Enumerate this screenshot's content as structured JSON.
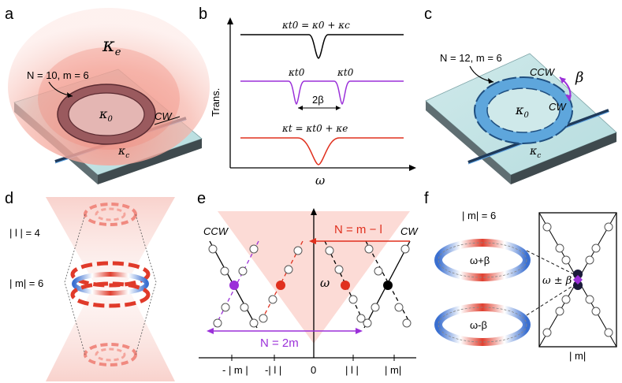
{
  "panels": {
    "a": {
      "label": "a",
      "mode_label": "N = 10, m = 6",
      "kappa_e": "κ",
      "kappa_e_sub": "e",
      "kappa_0": "κ",
      "kappa_0_sub": "0",
      "kappa_c": "κ",
      "kappa_c_sub": "c",
      "cw": "CW"
    },
    "b": {
      "label": "b",
      "y_axis_label": "Trans.",
      "x_axis_label": "ω",
      "curve1_label": "κt0 = κ0 + κc",
      "curve2_label_left": "κt0",
      "curve2_label_right": "κt0",
      "splitting_label": "2β",
      "curve3_label": "κt = κt0 + κe",
      "curve_colors": [
        "#000000",
        "#9b30d9",
        "#e0301e"
      ]
    },
    "c": {
      "label": "c",
      "mode_label": "N = 12, m = 6",
      "ccw": "CCW",
      "cw": "CW",
      "beta": "β",
      "kappa_0": "κ",
      "kappa_0_sub": "0",
      "kappa_c": "κ",
      "kappa_c_sub": "c"
    },
    "d": {
      "label": "d",
      "l_label": "| l |  = 4",
      "m_label": "| m| = 6"
    },
    "e": {
      "label": "e",
      "ccw": "CCW",
      "cw": "CW",
      "n_top": "N = m − l",
      "n_bottom": "N = 2m",
      "omega": "ω",
      "x_ticks": [
        "- | m |",
        "-| l |",
        "0",
        "| l |",
        "| m|"
      ]
    },
    "f": {
      "label": "f",
      "m_label": "| m| = 6",
      "upper_ring": "ω+β",
      "lower_ring": "ω-β",
      "omega_pm": "ω ± β",
      "x_label": "| m|"
    }
  }
}
